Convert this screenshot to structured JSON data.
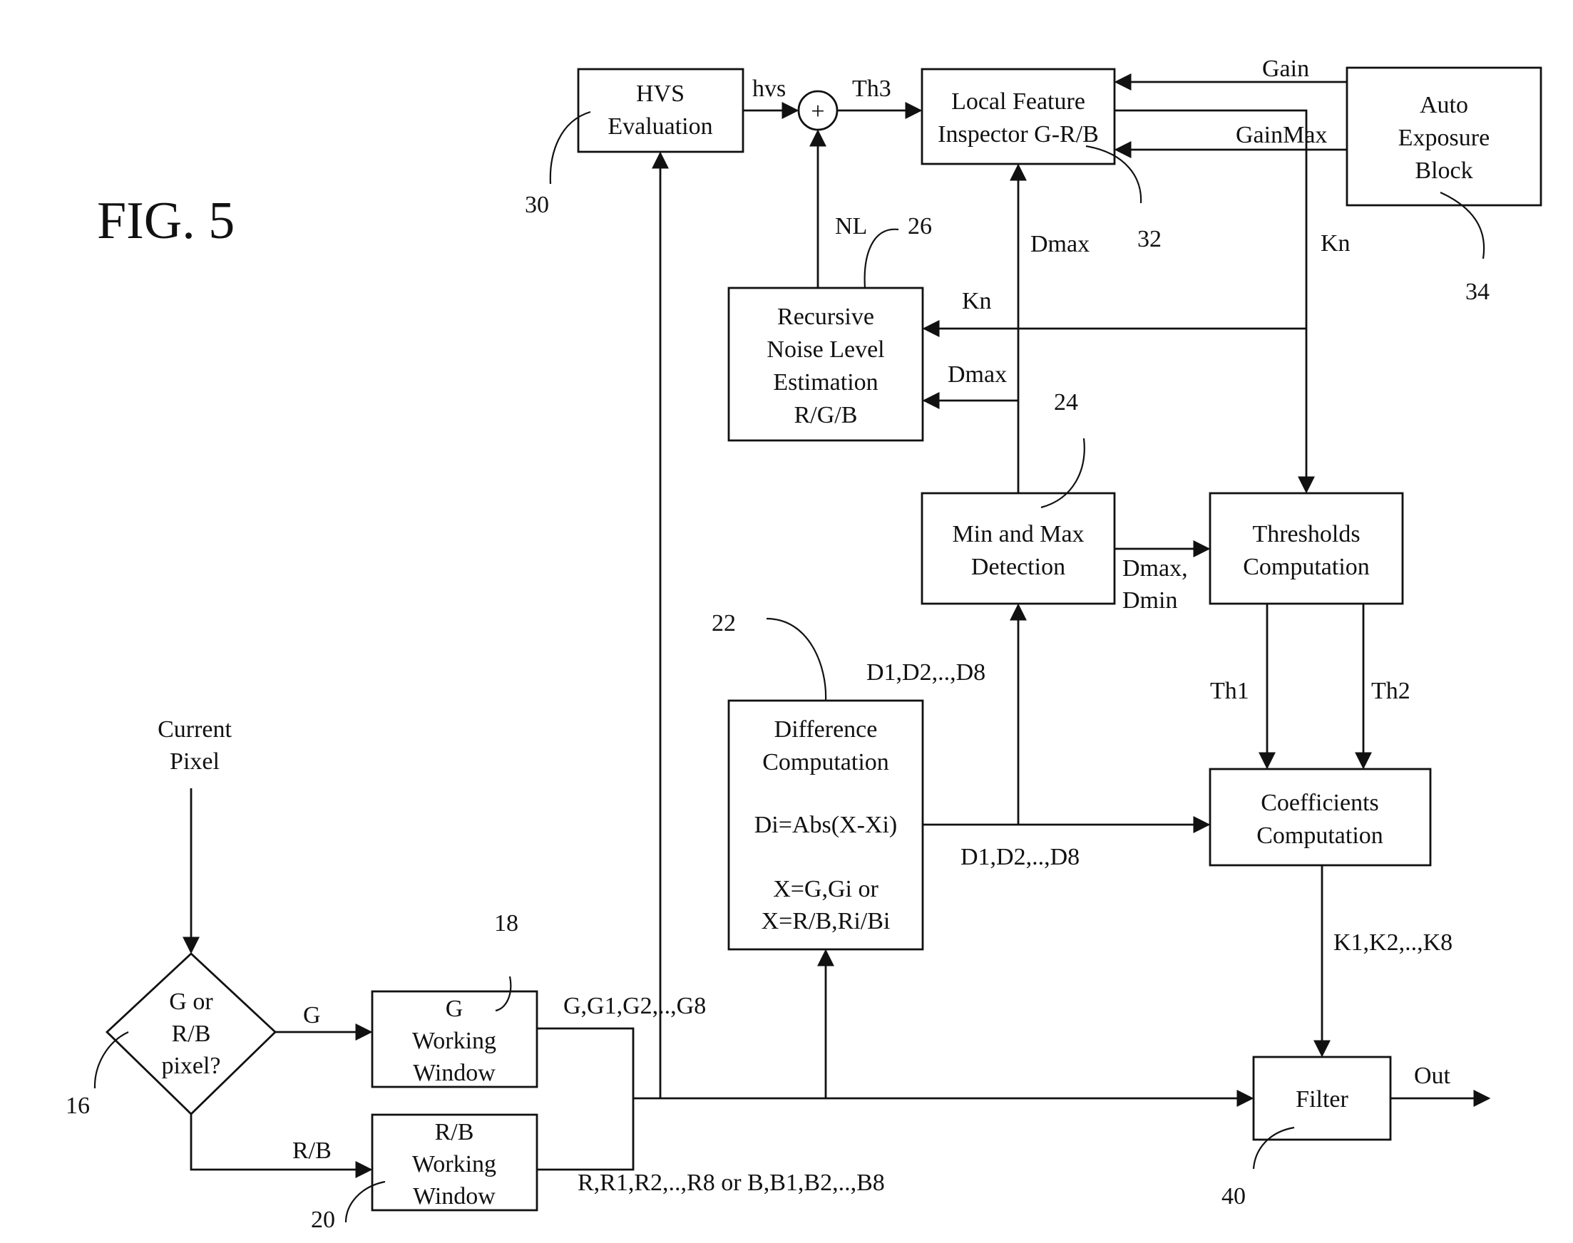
{
  "figure": {
    "title": "FIG. 5"
  },
  "blocks": {
    "hvs": [
      "HVS",
      "Evaluation"
    ],
    "local_feature": [
      "Local Feature",
      "Inspector G-R/B"
    ],
    "auto_exposure": [
      "Auto",
      "Exposure",
      "Block"
    ],
    "noise_level": [
      "Recursive",
      "Noise Level",
      "Estimation",
      "R/G/B"
    ],
    "min_max": [
      "Min and Max",
      "Detection"
    ],
    "thresholds": [
      "Thresholds",
      "Computation"
    ],
    "difference": [
      "Difference",
      "Computation",
      "Di=Abs(X-Xi)",
      "X=G,Gi or",
      "X=R/B,Ri/Bi"
    ],
    "coefficients": [
      "Coefficients",
      "Computation"
    ],
    "decision": [
      "G or",
      "R/B",
      "pixel?"
    ],
    "g_window": [
      "G",
      "Working",
      "Window"
    ],
    "rb_window": [
      "R/B",
      "Working",
      "Window"
    ],
    "filter": "Filter",
    "summer": "+"
  },
  "signals": {
    "hvs": "hvs",
    "th3": "Th3",
    "gain": "Gain",
    "gain_max": "GainMax",
    "nl": "NL",
    "dmax_up": "Dmax",
    "kn_right": "Kn",
    "kn_left": "Kn",
    "dmax_left": "Dmax",
    "dmax_dmin": [
      "Dmax,",
      "Dmin"
    ],
    "d_list_up": "D1,D2,..,D8",
    "d_list_right": "D1,D2,..,D8",
    "th1": "Th1",
    "th2": "Th2",
    "k_list": "K1,K2,..,K8",
    "out": "Out",
    "current_pixel": [
      "Current",
      "Pixel"
    ],
    "g": "G",
    "rb": "R/B",
    "g_list": "G,G1,G2,..,G8",
    "rb_list": "R,R1,R2,..,R8 or B,B1,B2,..,B8"
  },
  "references": {
    "r30": "30",
    "r26": "26",
    "r32": "32",
    "r34": "34",
    "r24": "24",
    "r22": "22",
    "r18": "18",
    "r16": "16",
    "r20": "20",
    "r40": "40"
  }
}
